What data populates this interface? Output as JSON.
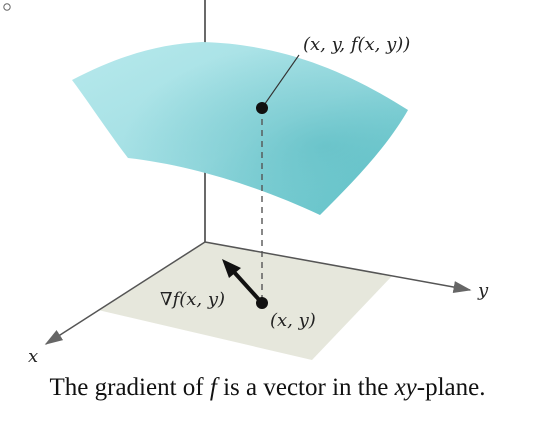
{
  "labels": {
    "surface_point": "(x, y, f(x, y))",
    "gradient": "∇f(x, y)",
    "plane_point": "(x, y)",
    "x_axis": "x",
    "y_axis": "y"
  },
  "caption": {
    "before": "The gradient of ",
    "f": "f",
    "middle": " is a vector in the ",
    "xy": "xy",
    "after": "-plane."
  },
  "colors": {
    "surface": "#8fd8dd",
    "plane": "#e6e7dc",
    "axis": "#444444",
    "arrow": "#111111"
  }
}
